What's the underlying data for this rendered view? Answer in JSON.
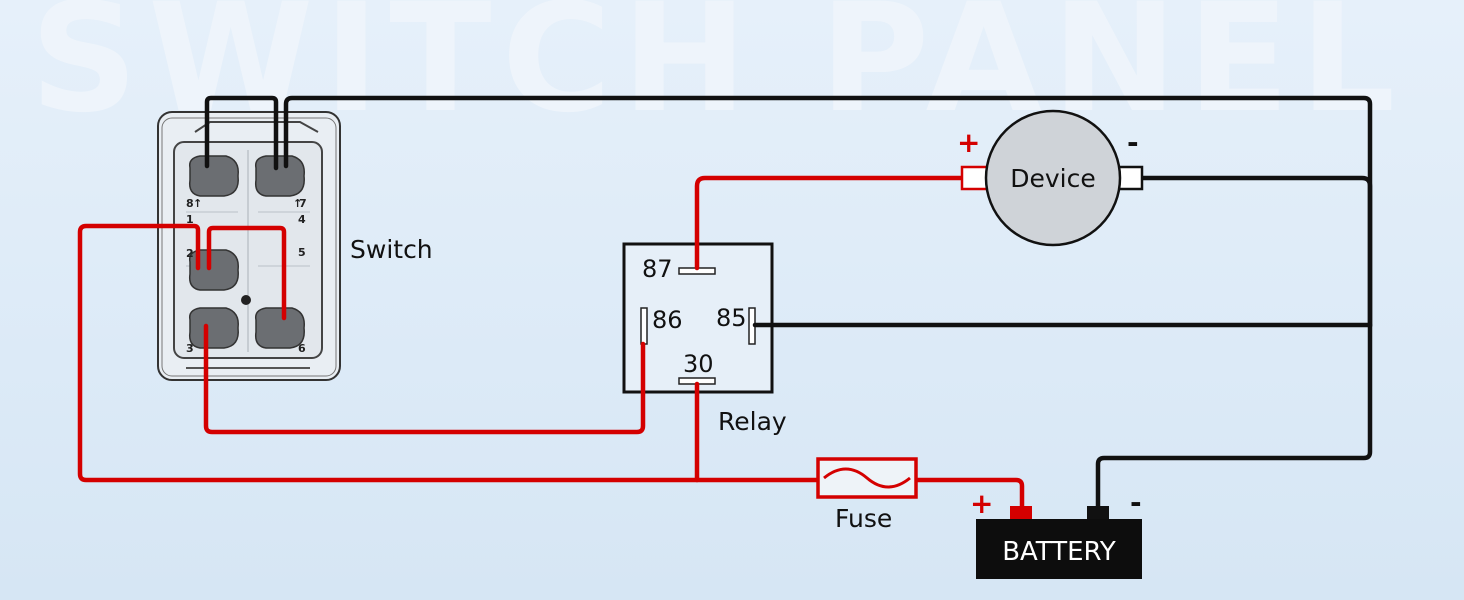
{
  "watermark": "SWITCH PANEL",
  "switch": {
    "label": "Switch",
    "pins": [
      "8",
      "7",
      "1",
      "4",
      "2",
      "5",
      "3",
      "6"
    ]
  },
  "relay": {
    "label": "Relay",
    "pins": {
      "p87": "87",
      "p86": "86",
      "p85": "85",
      "p30": "30"
    }
  },
  "device": {
    "label": "Device",
    "plus": "+",
    "minus": "-"
  },
  "fuse": {
    "label": "Fuse"
  },
  "battery": {
    "label": "BATTERY",
    "plus": "+",
    "minus": "-"
  },
  "colors": {
    "positive_wire": "#d40000",
    "ground_wire": "#111111",
    "device_fill": "#cfd3d8",
    "battery_fill": "#0d0d0d"
  }
}
